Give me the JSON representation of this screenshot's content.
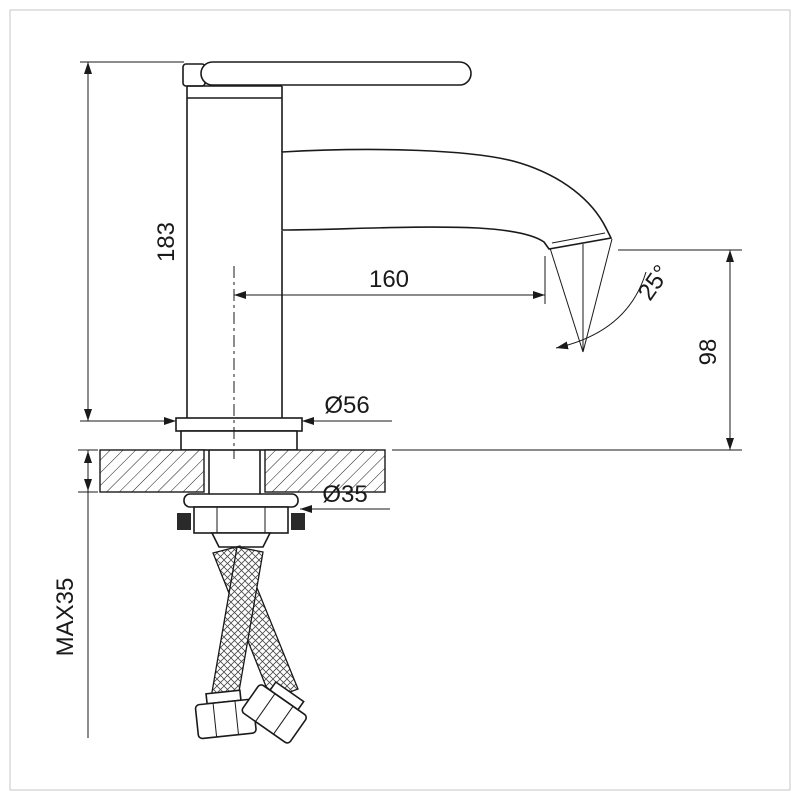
{
  "drawing": {
    "labels": {
      "overall_height": "183",
      "spout_reach": "160",
      "outlet_height": "98",
      "stream_angle": "25°",
      "base_diameter": "Ø56",
      "shank_diameter": "Ø35",
      "max_deck_thickness": "MAX35"
    },
    "colors": {
      "line": "#1a1a1a",
      "frame": "#c5c5c5",
      "background": "#ffffff"
    }
  }
}
